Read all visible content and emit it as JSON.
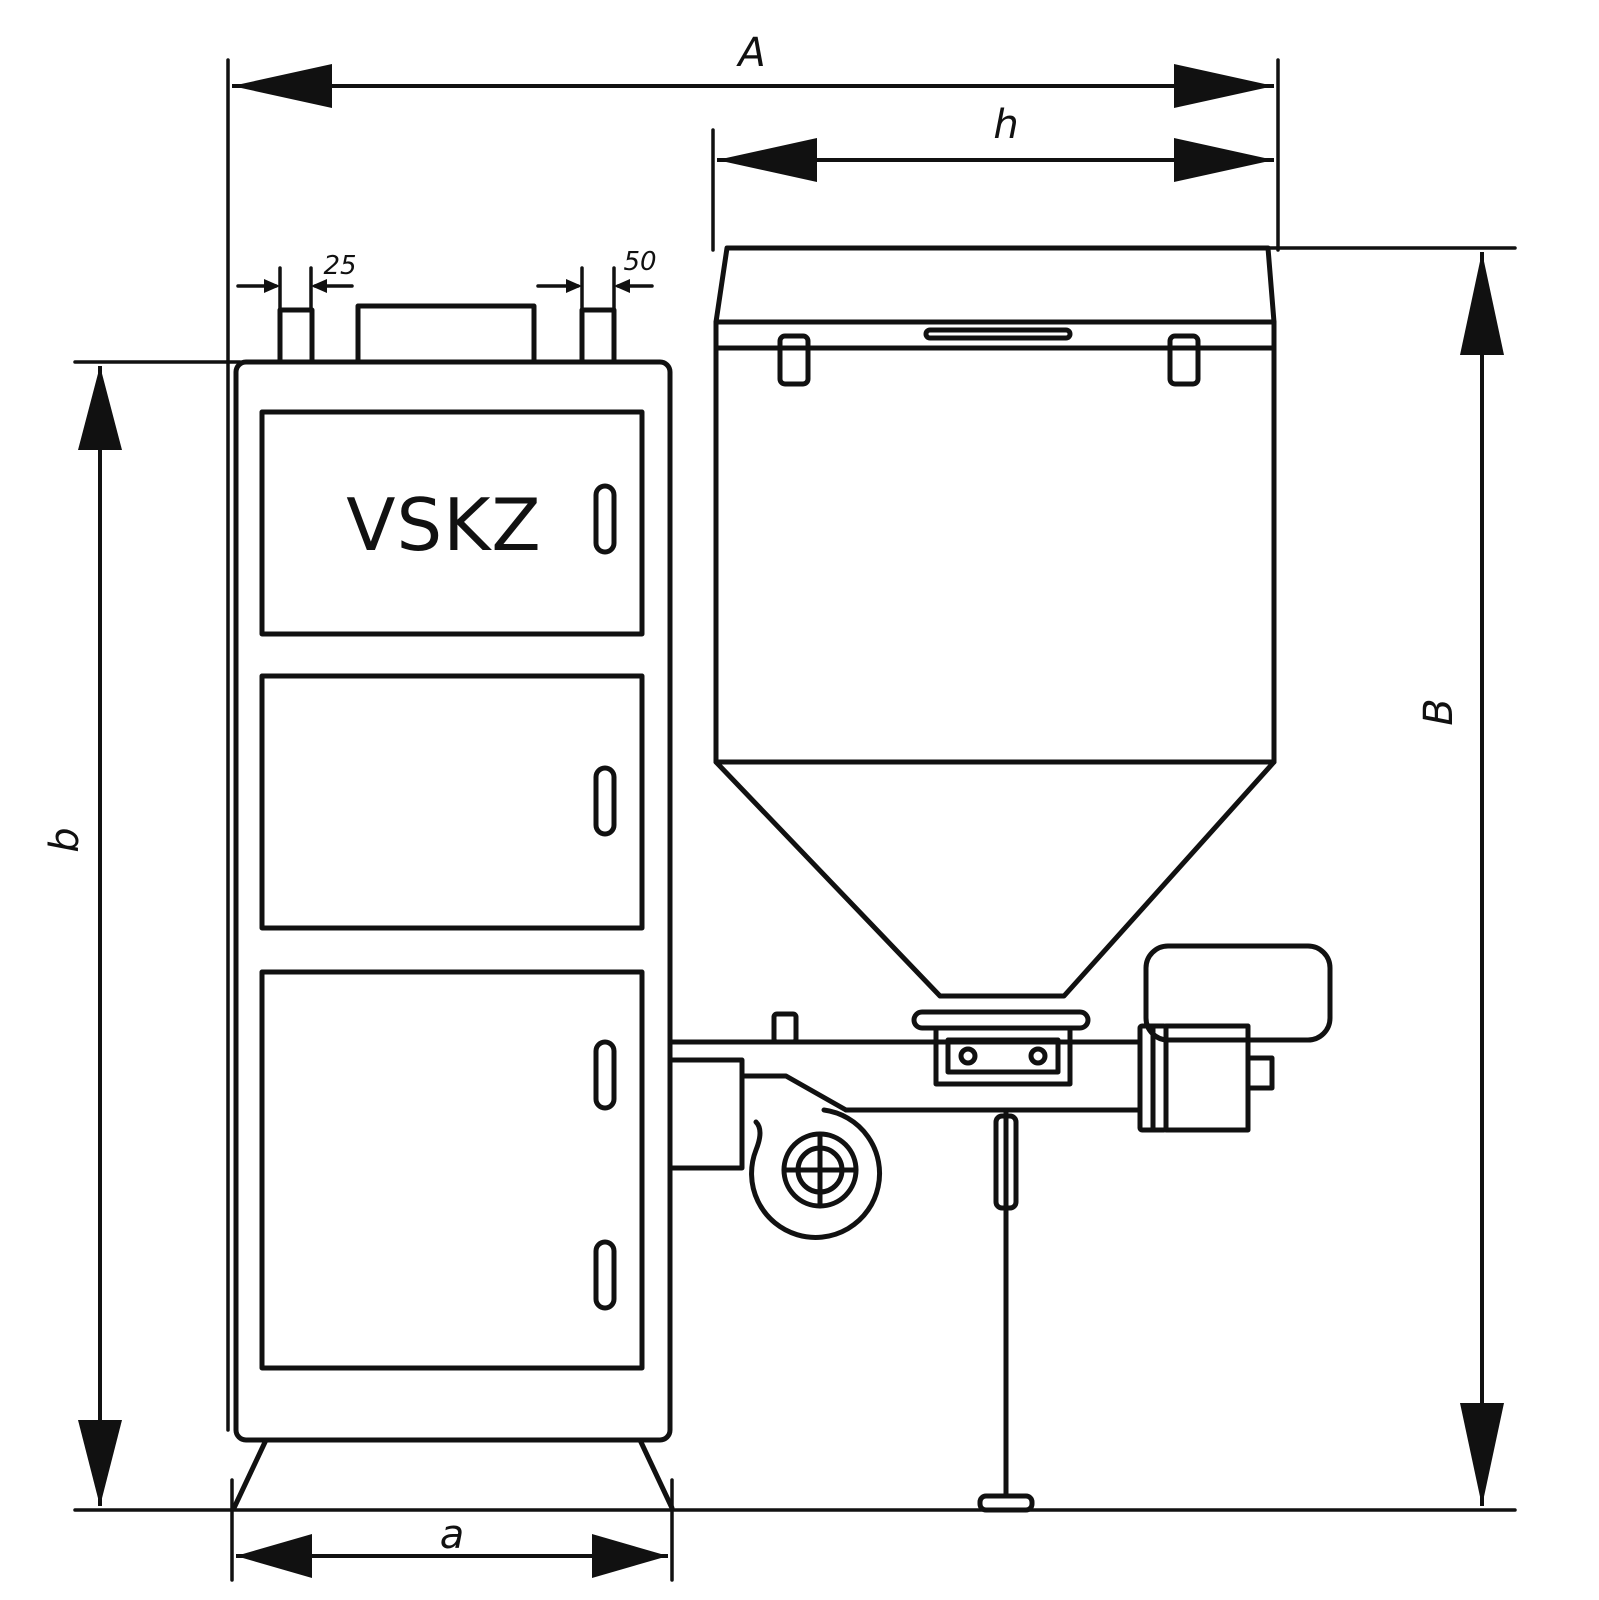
{
  "diagram": {
    "brand_label": "VSKZ",
    "dimensions": {
      "overall_width": "A",
      "hopper_width": "h",
      "overall_height": "B",
      "boiler_height": "b",
      "boiler_width": "a",
      "connection_left": "25",
      "connection_right": "50"
    }
  }
}
